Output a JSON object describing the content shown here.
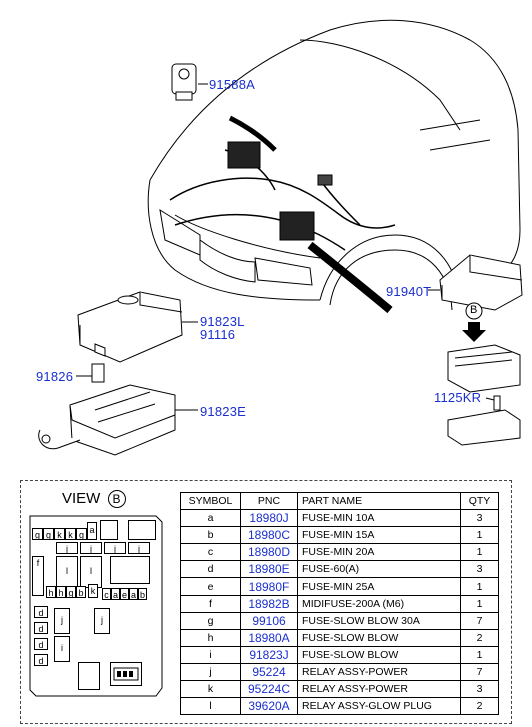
{
  "callouts": {
    "relay_sensor": "91588A",
    "harness_cover": "91940T",
    "fusebox_cover": "91823L",
    "fusebox_cover_2": "91116",
    "fuse_small": "91826",
    "fusebox_lower": "91823E",
    "bolt": "1125KR",
    "view_marker": "B"
  },
  "view": {
    "label": "VIEW",
    "letter": "B"
  },
  "fusebox_labels": {
    "row1": [
      "g",
      "g",
      "k",
      "k",
      "g",
      "a"
    ],
    "row2": [
      "j",
      "j",
      "j",
      "j"
    ],
    "left_f": "f",
    "mid_l1": "l",
    "mid_l2": "l",
    "row3": [
      "h",
      "h",
      "g",
      "b",
      "k",
      "c",
      "a",
      "e",
      "a",
      "b"
    ],
    "left_d": [
      "d",
      "d",
      "d",
      "d"
    ],
    "j_left": "j",
    "j_right": "j",
    "i_label": "i"
  },
  "table": {
    "headers": [
      "SYMBOL",
      "PNC",
      "PART NAME",
      "QTY"
    ],
    "rows": [
      {
        "symbol": "a",
        "pnc": "18980J",
        "name": "FUSE-MIN 10A",
        "qty": "3"
      },
      {
        "symbol": "b",
        "pnc": "18980C",
        "name": "FUSE-MIN 15A",
        "qty": "1"
      },
      {
        "symbol": "c",
        "pnc": "18980D",
        "name": "FUSE-MIN 20A",
        "qty": "1"
      },
      {
        "symbol": "d",
        "pnc": "18980E",
        "name": "FUSE-60(A)",
        "qty": "3"
      },
      {
        "symbol": "e",
        "pnc": "18980F",
        "name": "FUSE-MIN 25A",
        "qty": "1"
      },
      {
        "symbol": "f",
        "pnc": "18982B",
        "name": "MIDIFUSE-200A (M6)",
        "qty": "1"
      },
      {
        "symbol": "g",
        "pnc": "99106",
        "name": "FUSE-SLOW BLOW 30A",
        "qty": "7"
      },
      {
        "symbol": "h",
        "pnc": "18980A",
        "name": "FUSE-SLOW BLOW",
        "qty": "2"
      },
      {
        "symbol": "i",
        "pnc": "91823J",
        "name": "FUSE-SLOW BLOW",
        "qty": "1"
      },
      {
        "symbol": "j",
        "pnc": "95224",
        "name": "RELAY ASSY-POWER",
        "qty": "7"
      },
      {
        "symbol": "k",
        "pnc": "95224C",
        "name": "RELAY ASSY-POWER",
        "qty": "3"
      },
      {
        "symbol": "l",
        "pnc": "39620A",
        "name": "RELAY ASSY-GLOW PLUG",
        "qty": "2"
      }
    ]
  }
}
